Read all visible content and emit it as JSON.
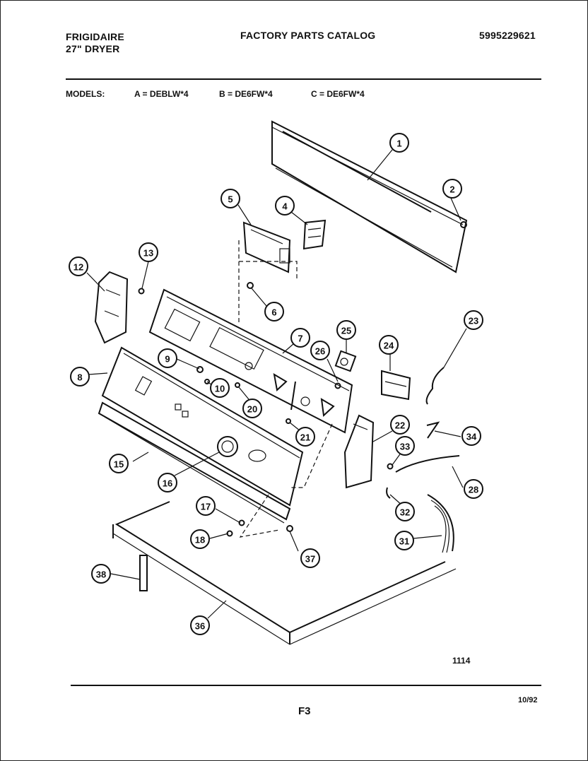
{
  "header": {
    "brand_line1": "FRIGIDAIRE",
    "brand_line2": "27\" DRYER",
    "title": "FACTORY PARTS CATALOG",
    "catalog_number": "5995229621"
  },
  "models": {
    "label": "MODELS:",
    "a": "A = DEBLW*4",
    "b": "B = DE6FW*4",
    "c": "C = DE6FW*4"
  },
  "callouts": [
    "1",
    "2",
    "4",
    "5",
    "6",
    "7",
    "8",
    "9",
    "10",
    "12",
    "13",
    "15",
    "16",
    "17",
    "18",
    "20",
    "21",
    "22",
    "23",
    "24",
    "25",
    "26",
    "28",
    "31",
    "32",
    "33",
    "34",
    "36",
    "37",
    "38"
  ],
  "diagram_code": "1114",
  "footer": {
    "page": "F3",
    "date": "10/92"
  }
}
